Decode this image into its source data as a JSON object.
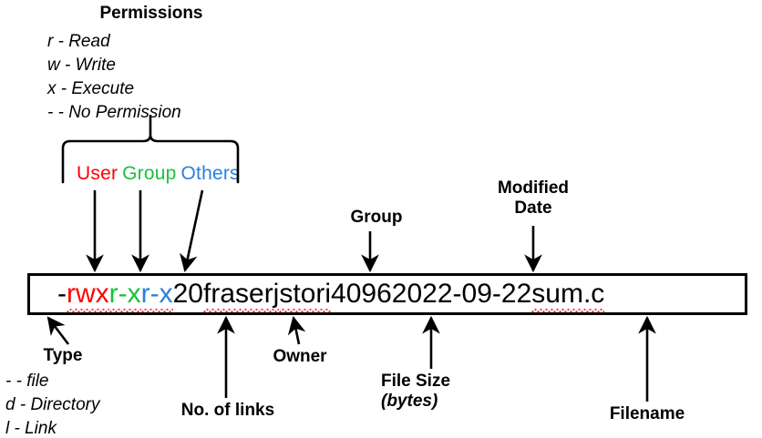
{
  "diagram": {
    "title_permissions": "Permissions",
    "title_type": "Type",
    "permission_legend": [
      "r - Read",
      "w - Write",
      "x - Execute",
      "-  - No Permission"
    ],
    "type_legend": [
      "-  - file",
      "d - Directory",
      "l - Link"
    ],
    "permission_classes": [
      {
        "label": "User",
        "color": "#FF0000"
      },
      {
        "label": "Group",
        "color": "#18C23C"
      },
      {
        "label": "Others",
        "color": "#2A7FDE"
      }
    ],
    "ls_line": {
      "full_text": "-rwxr-xr-x 20 fraserj stori 4096 2022-09-22 sum.c",
      "segments": [
        {
          "name": "type",
          "text": "-",
          "color": "#000000"
        },
        {
          "name": "user-perms",
          "text": "rwx",
          "color": "#FF0000"
        },
        {
          "name": "group-perms",
          "text": "r-x",
          "color": "#18C23C"
        },
        {
          "name": "other-perms",
          "text": "r-x",
          "color": "#2A7FDE"
        },
        {
          "name": "links",
          "text": " 20",
          "color": "#000000"
        },
        {
          "name": "owner",
          "text": " fraserj",
          "color": "#000000"
        },
        {
          "name": "group",
          "text": " stori",
          "color": "#000000"
        },
        {
          "name": "size",
          "text": " 4096",
          "color": "#000000"
        },
        {
          "name": "date",
          "text": " 2022-09-22",
          "color": "#000000"
        },
        {
          "name": "filename",
          "text": " sum.c",
          "color": "#000000"
        }
      ]
    },
    "callouts": {
      "group": "Group",
      "modified_date_line1": "Modified",
      "modified_date_line2": "Date",
      "no_of_links": "No. of links",
      "owner": "Owner",
      "file_size": "File Size",
      "file_size_unit": "(bytes)",
      "filename": "Filename"
    },
    "colors": {
      "ink": "#000000",
      "user": "#FF0000",
      "group": "#18C23C",
      "others": "#2A7FDE",
      "spellcheck": "#FF2D2D",
      "background": "#FFFFFF"
    }
  }
}
